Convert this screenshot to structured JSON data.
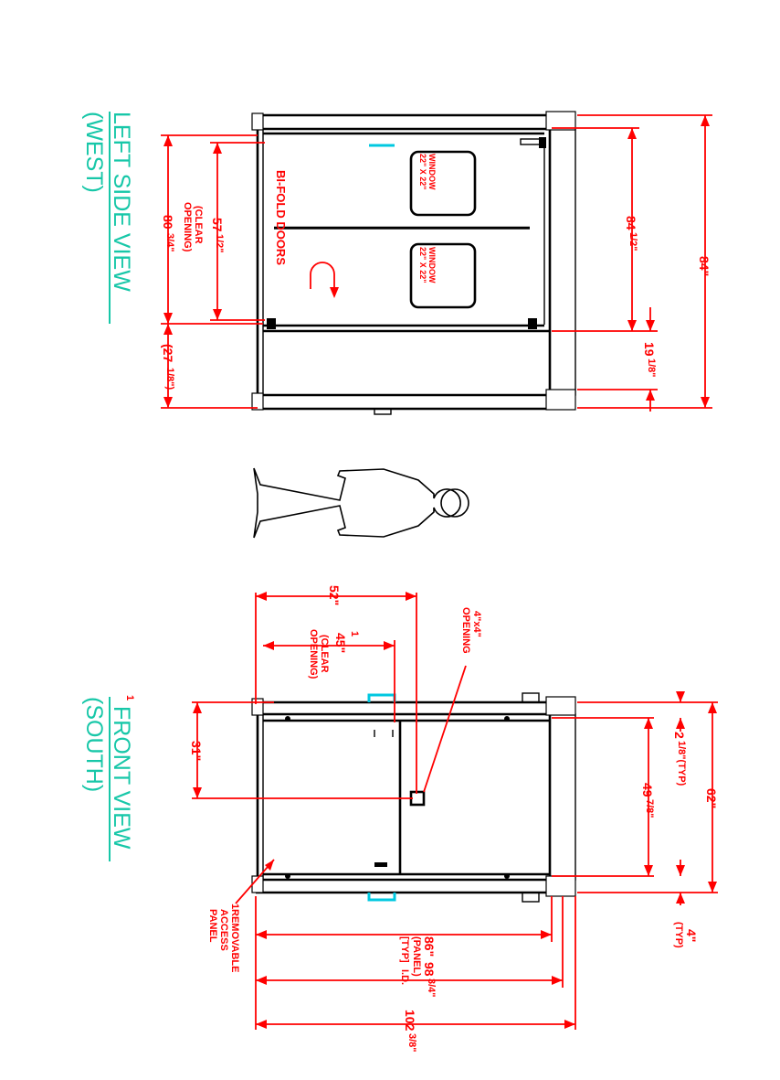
{
  "colors": {
    "dimension": "#ff0000",
    "object_line": "#000000",
    "title": "#17c7a8",
    "highlight": "#00c8e0"
  },
  "side_view": {
    "title": "LEFT SIDE VIEW",
    "subtitle": "(WEST)",
    "dims": {
      "top_height": "80",
      "top_height_frac": "3/4\"",
      "clear_opening_value": "57",
      "clear_opening_frac": "1/2\"",
      "clear_opening_text1": "(CLEAR",
      "clear_opening_text2": "OPENING)",
      "bottom_height": "(27",
      "bottom_height_frac": "1/8\")",
      "door_height": "84",
      "door_height_frac": "1/2\"",
      "sill_height": "19",
      "sill_height_frac": "1/8\"",
      "overall_height": "84\""
    },
    "bi_fold_label": "BI-FOLD DOORS",
    "windows": [
      {
        "line1": "WINDOW",
        "line2": "22\" X 22\""
      },
      {
        "line1": "WINDOW",
        "line2": "22\" X 22\""
      }
    ]
  },
  "human_figure": {
    "name": "scale-figure"
  },
  "front_view": {
    "title": "FRONT VIEW",
    "subtitle": "(SOUTH)",
    "dims": {
      "w52": "52\"",
      "w45": "45\"",
      "w45_rev": "1",
      "clear1": "(CLEAR",
      "clear2": "OPENING)",
      "opening1": "4\"x4\"",
      "opening2": "OPENING",
      "d31": "31\"",
      "d2": "2",
      "d2_frac": "1/8\"(TYP)",
      "d49": "49",
      "d49_frac": "7/8\"",
      "d62": "62\"",
      "d4": "4\"",
      "d4_typ": "(TYP)",
      "panel_86a": "86\"",
      "panel_86b": "(PANEL)",
      "typ": "[TYP]",
      "id98": "98",
      "id98_frac": "3/4\"",
      "id_label": "I.D.",
      "overall102": "102",
      "overall102_frac": "3/8\""
    },
    "rev_mark": "1",
    "removable_rev": "1",
    "removable1": "REMOVABLE",
    "removable2": "ACCESS",
    "removable3": "PANEL"
  }
}
